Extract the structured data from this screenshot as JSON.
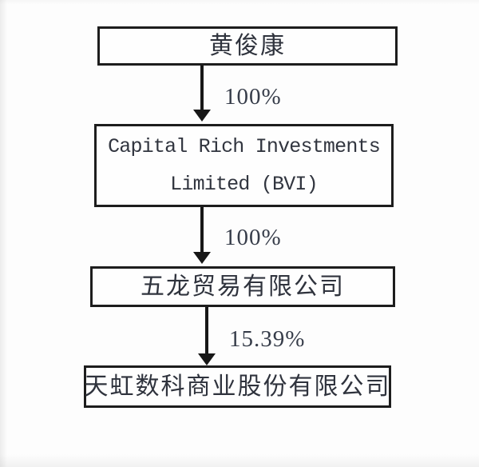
{
  "diagram": {
    "type": "ownership-structure-flowchart",
    "nodes": [
      {
        "label": "黄俊康"
      },
      {
        "lines": [
          "Capital Rich Investments",
          "Limited (BVI)"
        ]
      },
      {
        "label": "五龙贸易有限公司"
      },
      {
        "label": "天虹数科商业股份有限公司"
      }
    ],
    "edges": [
      {
        "from": "黄俊康",
        "to": "Capital Rich Investments Limited (BVI)",
        "label": "100%"
      },
      {
        "from": "Capital Rich Investments Limited (BVI)",
        "to": "五龙贸易有限公司",
        "label": "100%"
      },
      {
        "from": "五龙贸易有限公司",
        "to": "天虹数科商业股份有限公司",
        "label": "15.39%"
      }
    ],
    "colors": {
      "border": "#1d1d1d",
      "text": "#2f333d",
      "arrow": "#171717",
      "background": "#fdfdfd"
    }
  }
}
